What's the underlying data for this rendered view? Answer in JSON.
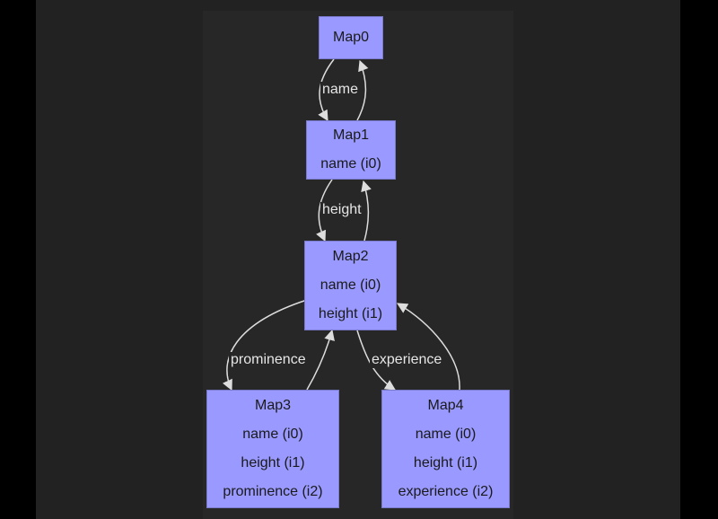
{
  "nodes": {
    "map0": {
      "title": "Map0"
    },
    "map1": {
      "title": "Map1",
      "fields": [
        "name (i0)"
      ]
    },
    "map2": {
      "title": "Map2",
      "fields": [
        "name (i0)",
        "height (i1)"
      ]
    },
    "map3": {
      "title": "Map3",
      "fields": [
        "name (i0)",
        "height (i1)",
        "prominence (i2)"
      ]
    },
    "map4": {
      "title": "Map4",
      "fields": [
        "name (i0)",
        "height (i1)",
        "experience (i2)"
      ]
    }
  },
  "edges": {
    "map0_map1": "name",
    "map1_map2": "height",
    "map2_map3": "prominence",
    "map2_map4": "experience"
  },
  "colors": {
    "node_fill": "#9999ff",
    "edge_stroke": "#dddddd",
    "background": "#222222"
  }
}
